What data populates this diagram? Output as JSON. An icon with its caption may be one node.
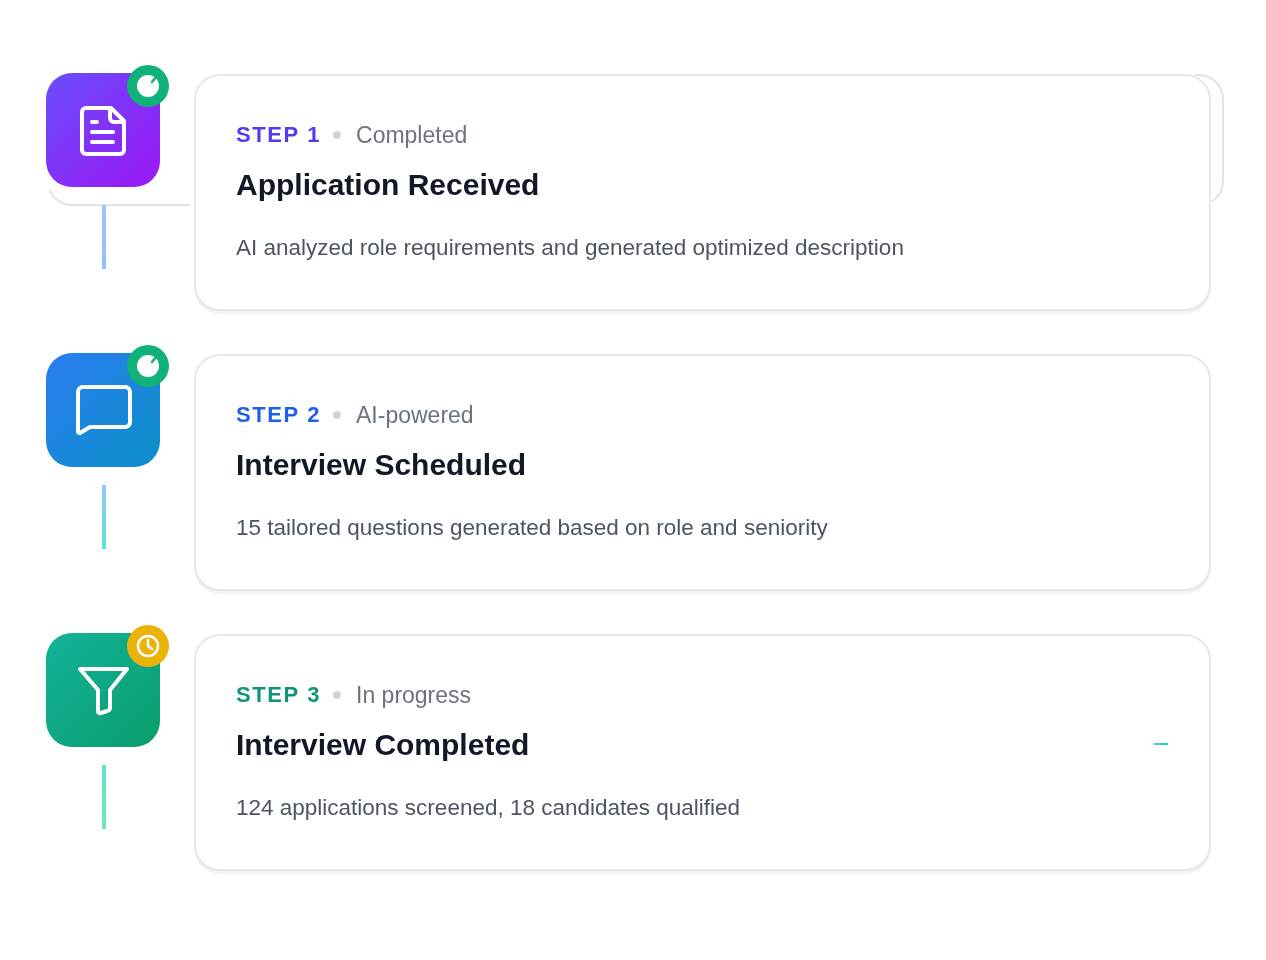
{
  "diagram": {
    "nodes": [
      {
        "text": [
          "STEP 1",
          "Completed",
          "Application Received",
          "AI analyzed role requirements and generated optimized description"
        ]
      },
      {
        "text": [
          "STEP 2",
          "AI-powered",
          "Interview Scheduled",
          "15 tailored questions generated based on role and seniority"
        ]
      },
      {
        "text": [
          "STEP 3",
          "In progress",
          "Interview Completed",
          "124 applications screened, 18 candidates qualified"
        ]
      }
    ]
  }
}
